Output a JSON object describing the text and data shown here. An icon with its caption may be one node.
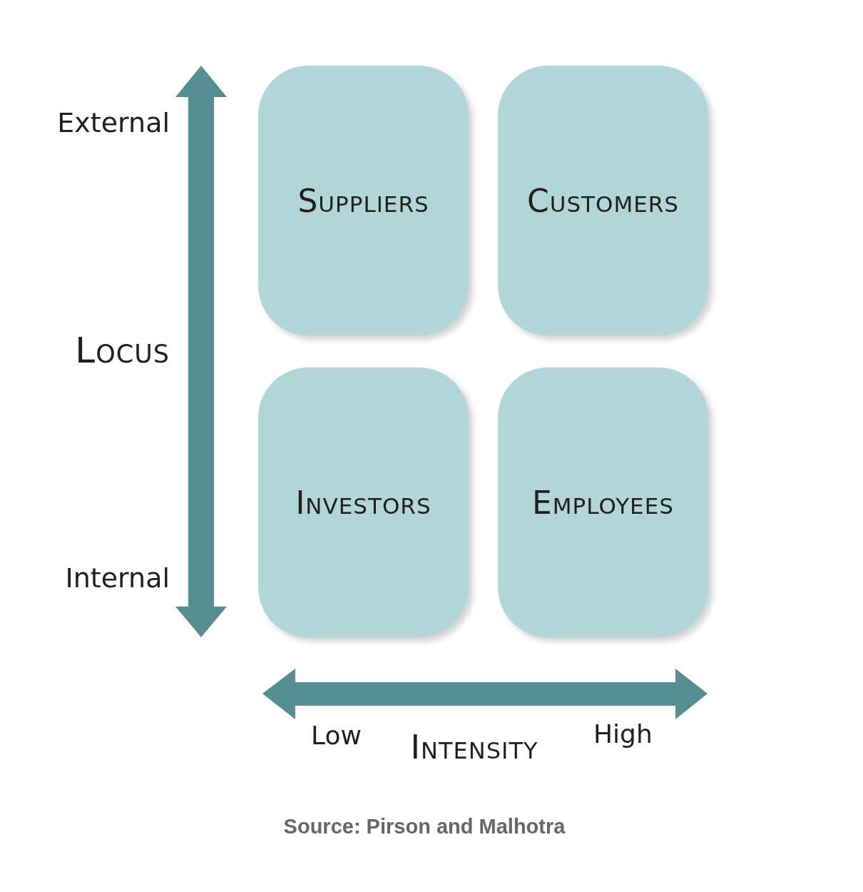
{
  "diagram": {
    "caption": "Source: Pirson and Malhotra",
    "nodes": [
      {
        "text": [
          "Suppliers"
        ]
      },
      {
        "text": [
          "Customers"
        ]
      },
      {
        "text": [
          "Investors"
        ]
      },
      {
        "text": [
          "Employees"
        ]
      }
    ],
    "labels": [
      "External",
      "Locus",
      "Internal",
      "Low",
      "Intensity",
      "High"
    ]
  }
}
